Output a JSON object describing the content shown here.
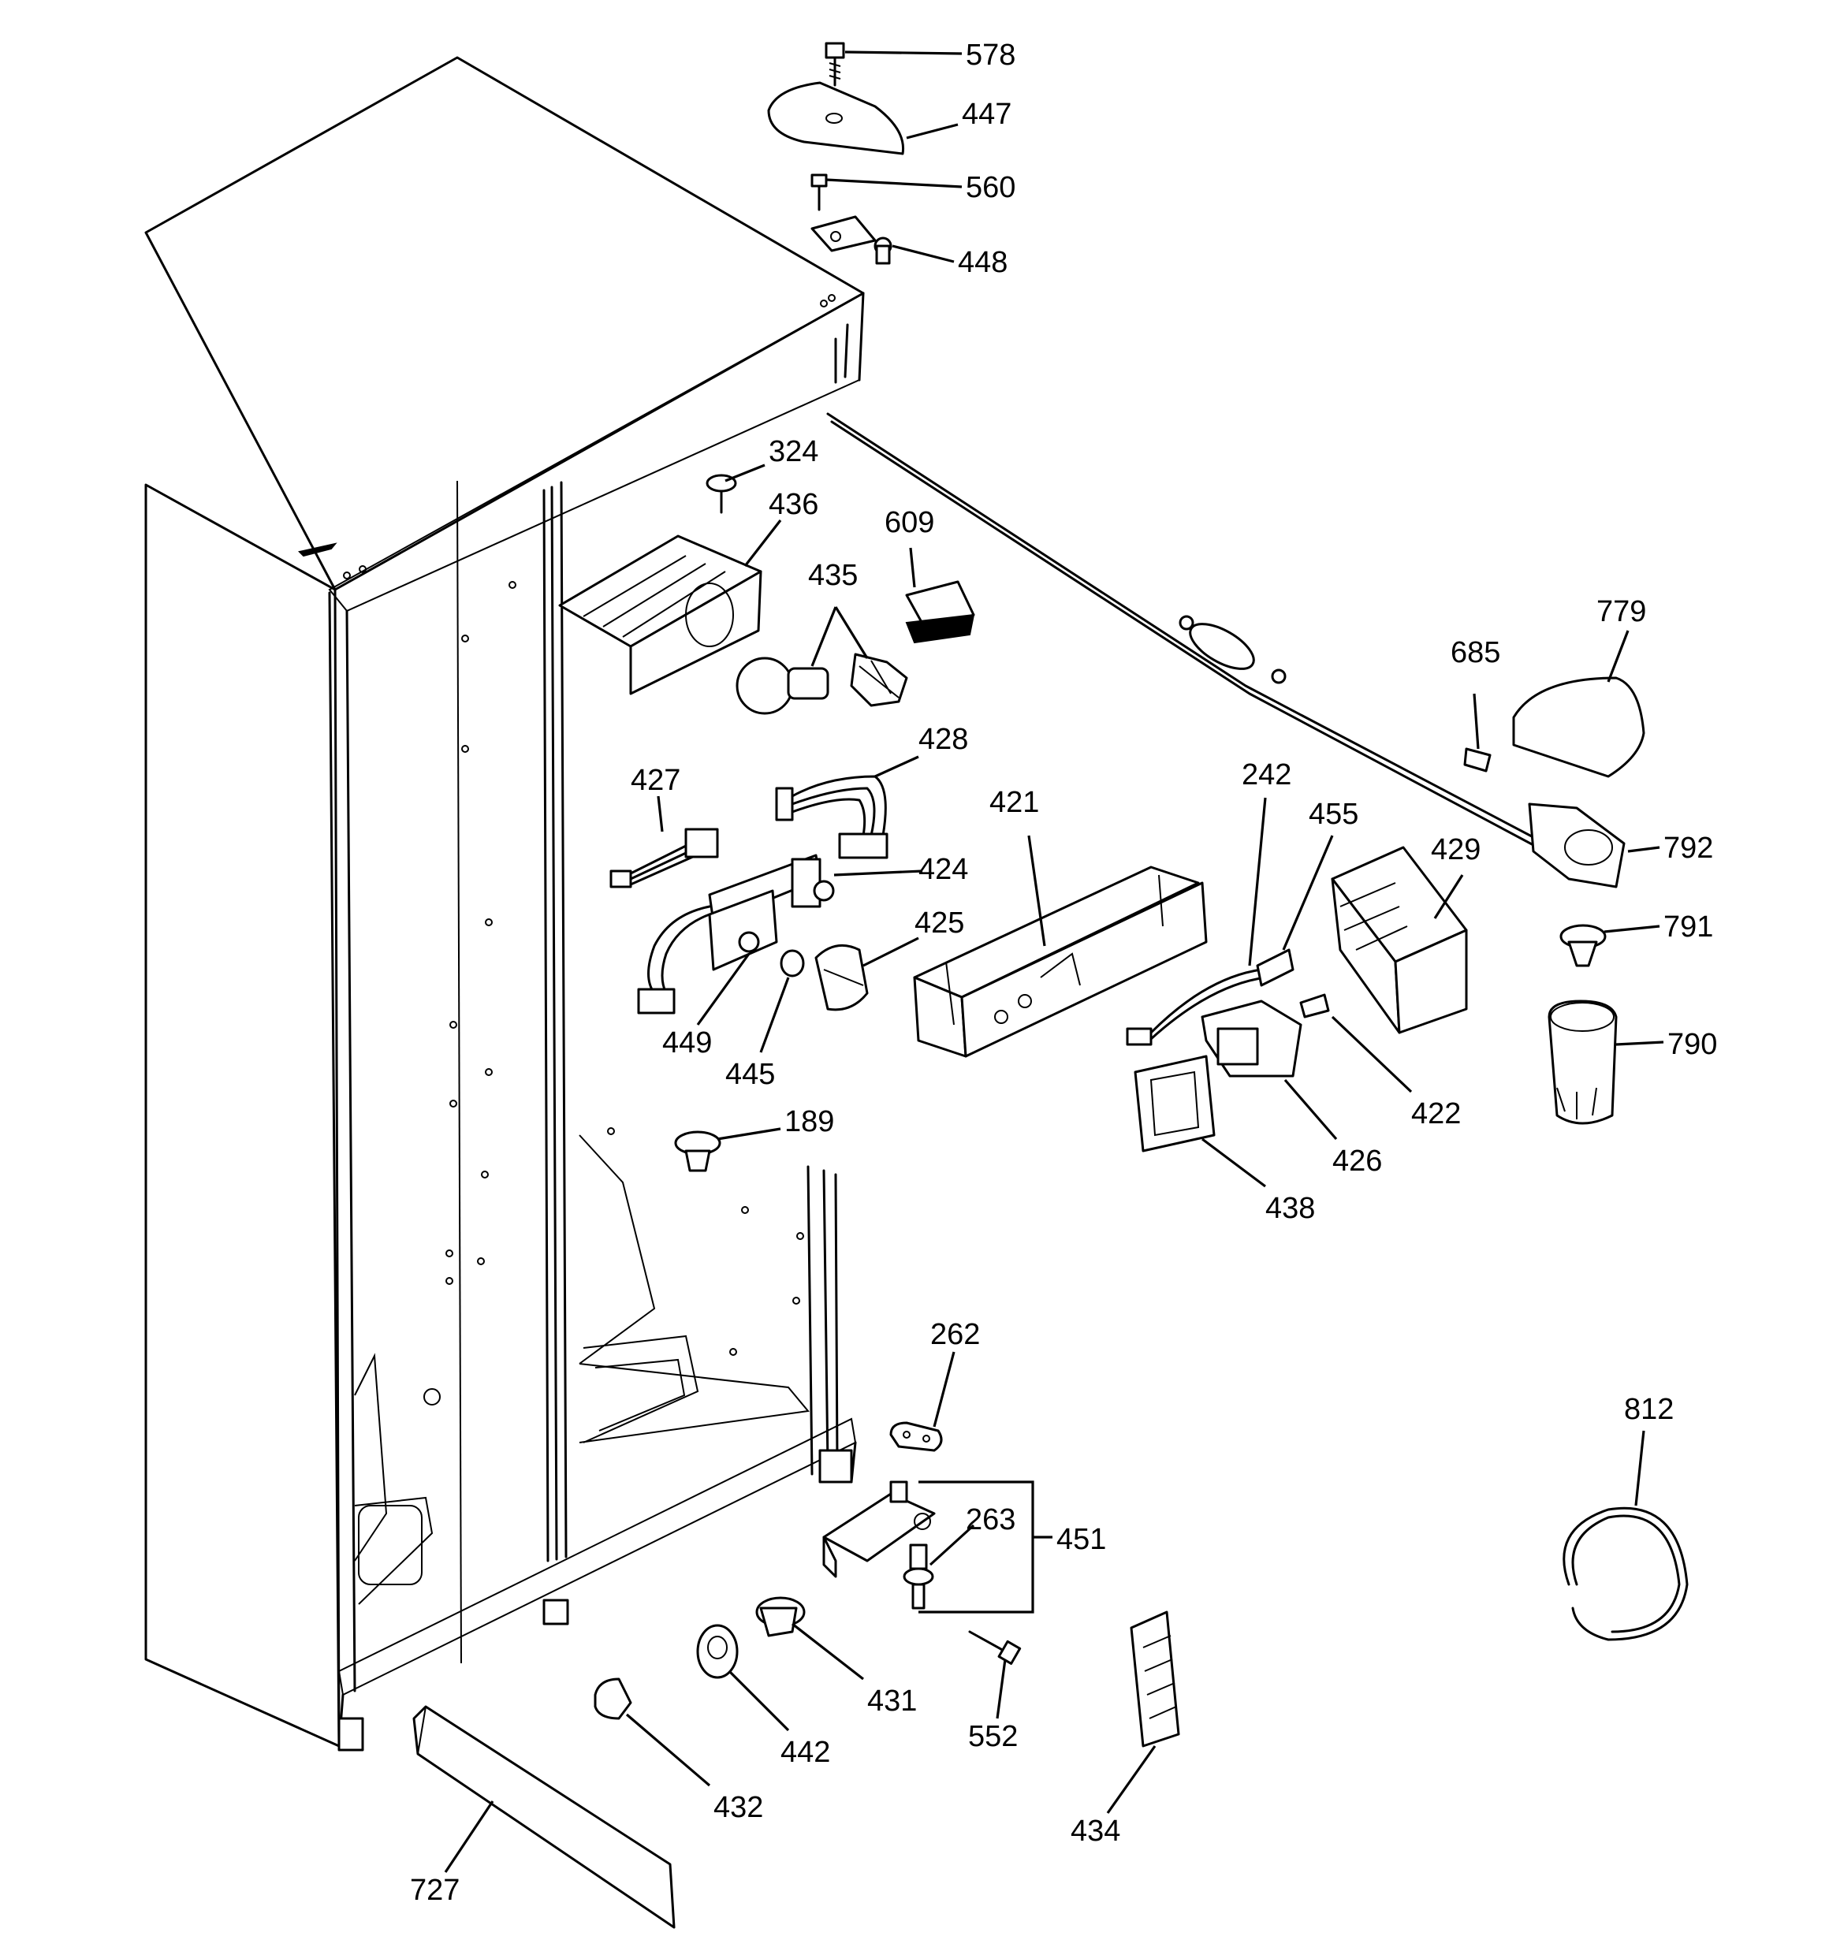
{
  "labels": {
    "p578": "578",
    "p447": "447",
    "p560": "560",
    "p448": "448",
    "p324": "324",
    "p436": "436",
    "p609": "609",
    "p435": "435",
    "p779": "779",
    "p685": "685",
    "p428": "428",
    "p427": "427",
    "p421": "421",
    "p242": "242",
    "p455": "455",
    "p429": "429",
    "p792": "792",
    "p424": "424",
    "p425": "425",
    "p791": "791",
    "p449": "449",
    "p445": "445",
    "p790": "790",
    "p422": "422",
    "p426": "426",
    "p438": "438",
    "p189": "189",
    "p262": "262",
    "p812": "812",
    "p263": "263",
    "p451": "451",
    "p431": "431",
    "p442": "442",
    "p552": "552",
    "p432": "432",
    "p434": "434",
    "p727": "727"
  }
}
